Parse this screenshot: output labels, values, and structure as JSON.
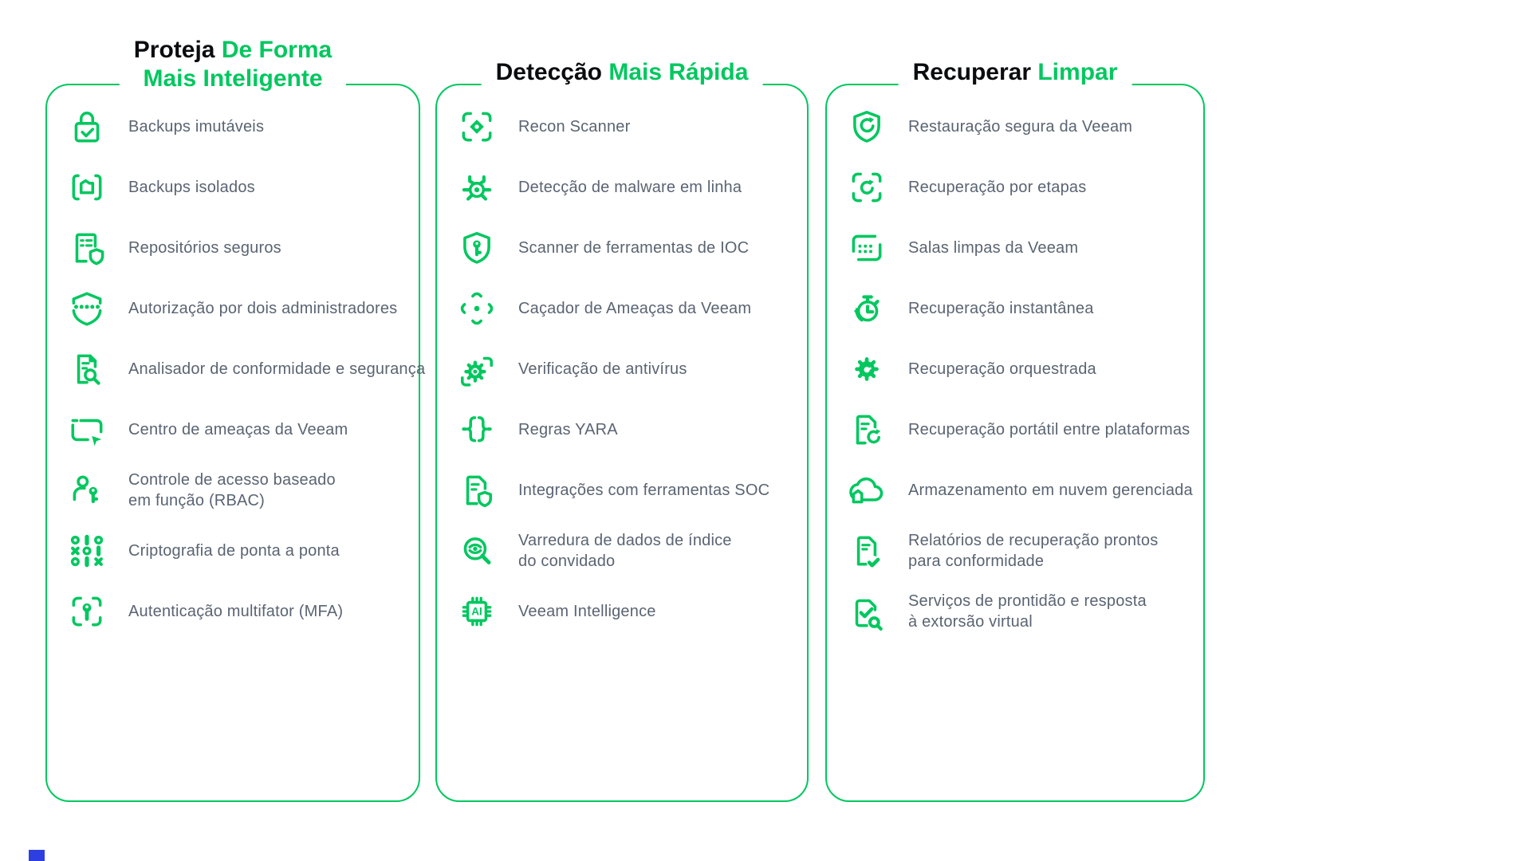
{
  "colors": {
    "background": "#ffffff",
    "accent_green": "#00c75f",
    "heading_black": "#0b0c0f",
    "item_text": "#5a6472",
    "bottom_left_mark_blue": "#2d3fe0"
  },
  "columns": [
    {
      "id": "protect",
      "title": {
        "black": "Proteja",
        "green_line1": "De Forma",
        "green_line2": "Mais Inteligente"
      },
      "items": [
        {
          "icon": "lock-check",
          "label": "Backups imutáveis"
        },
        {
          "icon": "isolated-folder-brackets",
          "label": "Backups isolados"
        },
        {
          "icon": "repository-shield",
          "label": "Repositórios seguros"
        },
        {
          "icon": "shield-dots",
          "label": "Autorização por dois administradores"
        },
        {
          "icon": "document-magnifier",
          "label": "Analisador de conformidade e segurança"
        },
        {
          "icon": "window-cursor",
          "label": "Centro de ameaças da Veeam"
        },
        {
          "icon": "user-key",
          "label": "Controle de acesso baseado\nem função (RBAC)"
        },
        {
          "icon": "binary-grid",
          "label": "Criptografia de ponta a ponta"
        },
        {
          "icon": "key-scan-brackets",
          "label": "Autenticação multifator (MFA)"
        }
      ]
    },
    {
      "id": "detect",
      "title": {
        "black": "Detecção",
        "green": "Mais Rápida"
      },
      "items": [
        {
          "icon": "scan-target",
          "label": "Recon Scanner"
        },
        {
          "icon": "malware-bug",
          "label": "Detecção de malware em linha"
        },
        {
          "icon": "shield-key",
          "label": "Scanner de ferramentas de IOC"
        },
        {
          "icon": "crosshair-dot",
          "label": "Caçador de Ameaças da Veeam"
        },
        {
          "icon": "gear-brackets",
          "label": "Verificação de antivírus"
        },
        {
          "icon": "curly-braces",
          "label": "Regras YARA"
        },
        {
          "icon": "document-shield",
          "label": "Integrações com ferramentas SOC"
        },
        {
          "icon": "magnifier-eye",
          "label": "Varredura de dados de índice\ndo convidado"
        },
        {
          "icon": "ai-chip",
          "label": "Veeam Intelligence"
        }
      ]
    },
    {
      "id": "recover",
      "title": {
        "black": "Recuperar",
        "green": "Limpar"
      },
      "items": [
        {
          "icon": "shield-restore",
          "label": "Restauração segura da Veeam"
        },
        {
          "icon": "restore-brackets",
          "label": "Recuperação por etapas"
        },
        {
          "icon": "cleanroom-frame",
          "label": "Salas limpas da Veeam"
        },
        {
          "icon": "stopwatch-restore",
          "label": "Recuperação instantânea"
        },
        {
          "icon": "gear-restore",
          "label": "Recuperação orquestrada"
        },
        {
          "icon": "document-restore",
          "label": "Recuperação portátil entre plataformas"
        },
        {
          "icon": "cloud-folder",
          "label": "Armazenamento em nuvem gerenciada"
        },
        {
          "icon": "report-check",
          "label": "Relatórios de recuperação prontos\npara conformidade"
        },
        {
          "icon": "report-check-magnifier",
          "label": "Serviços de prontidão e resposta\nà extorsão virtual"
        }
      ]
    }
  ]
}
